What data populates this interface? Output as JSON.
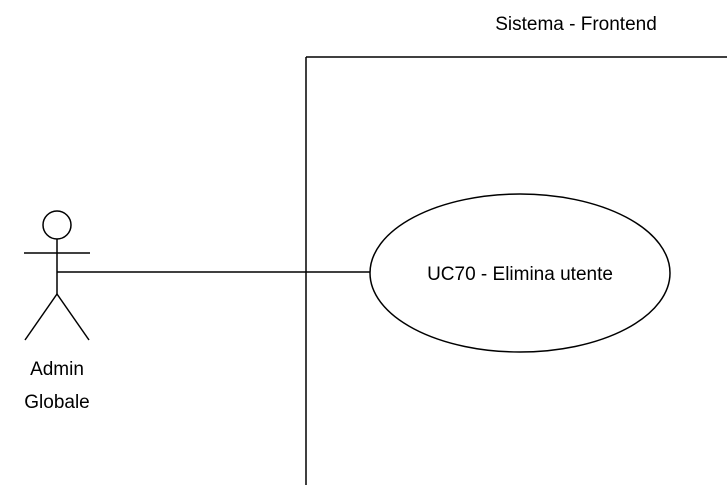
{
  "system": {
    "title": "Sistema - Frontend"
  },
  "actor": {
    "name_line1": "Admin",
    "name_line2": "Globale"
  },
  "use_case": {
    "label": "UC70 - Elimina utente"
  },
  "colors": {
    "stroke": "#000000",
    "fill": "#ffffff",
    "text": "#000000"
  }
}
